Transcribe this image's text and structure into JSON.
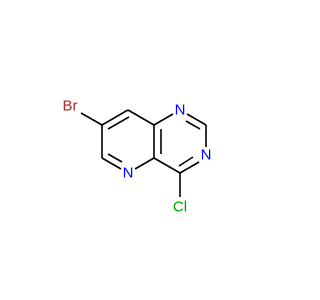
{
  "molecule": {
    "atoms": {
      "br": {
        "label": "Br",
        "color": "#a52a2a"
      },
      "n1": {
        "label": "N",
        "color": "#0000ff"
      },
      "n3": {
        "label": "N",
        "color": "#0000ff"
      },
      "n5": {
        "label": "N",
        "color": "#0000ff"
      },
      "cl": {
        "label": "Cl",
        "color": "#00a000"
      }
    },
    "bond_color": "#000000"
  }
}
